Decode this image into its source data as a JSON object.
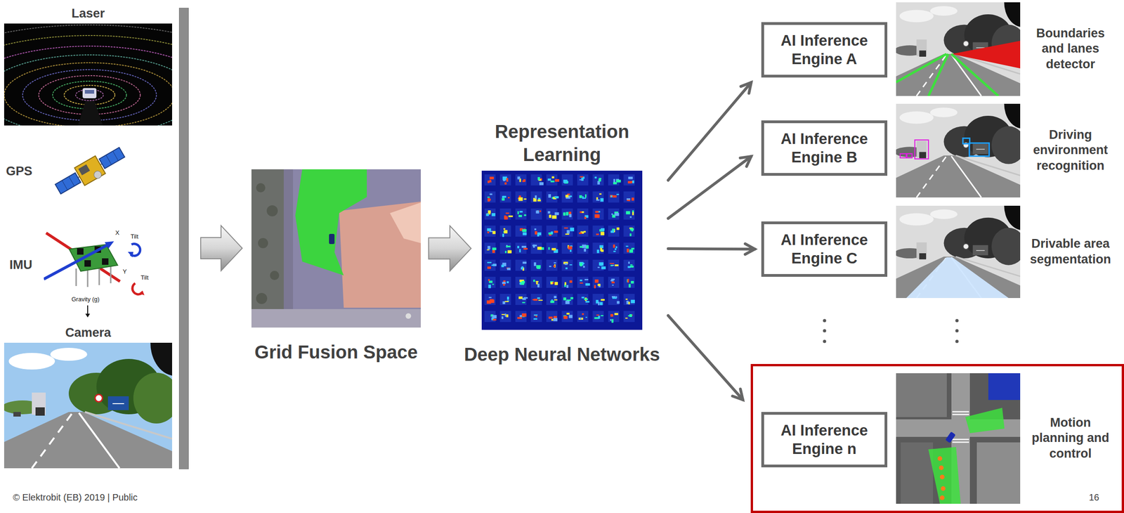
{
  "diagram": {
    "nodes": [
      {
        "text": [
          "Laser"
        ]
      },
      {
        "text": [
          "GPS"
        ]
      },
      {
        "text": [
          "IMU"
        ]
      },
      {
        "text": [
          "Camera"
        ]
      },
      {
        "text": [
          "Grid Fusion Space"
        ]
      },
      {
        "text": [
          "Representation Learning",
          "Deep Neural Networks"
        ]
      },
      {
        "text": [
          "AI Inference Engine A"
        ]
      },
      {
        "text": [
          "Boundaries and lanes detector"
        ]
      },
      {
        "text": [
          "AI Inference Engine B"
        ]
      },
      {
        "text": [
          "Driving environment recognition"
        ]
      },
      {
        "text": [
          "AI Inference Engine C"
        ]
      },
      {
        "text": [
          "Drivable area segmentation"
        ]
      },
      {
        "text": [
          "AI Inference Engine n"
        ]
      },
      {
        "text": [
          "Motion planning and control"
        ]
      }
    ],
    "edges": [
      {
        "from": 4,
        "to": 5,
        "arrow": "to"
      },
      {
        "from": 5,
        "to": 6,
        "arrow": "to"
      },
      {
        "from": 5,
        "to": 8,
        "arrow": "to"
      },
      {
        "from": 5,
        "to": 10,
        "arrow": "to"
      },
      {
        "from": 5,
        "to": 12,
        "arrow": "to"
      }
    ],
    "labels": [
      "X",
      "Tilt",
      "Y",
      "Tilt",
      "Gravity (g)",
      "© Elektrobit (EB) 2019 | Public",
      "16"
    ]
  }
}
